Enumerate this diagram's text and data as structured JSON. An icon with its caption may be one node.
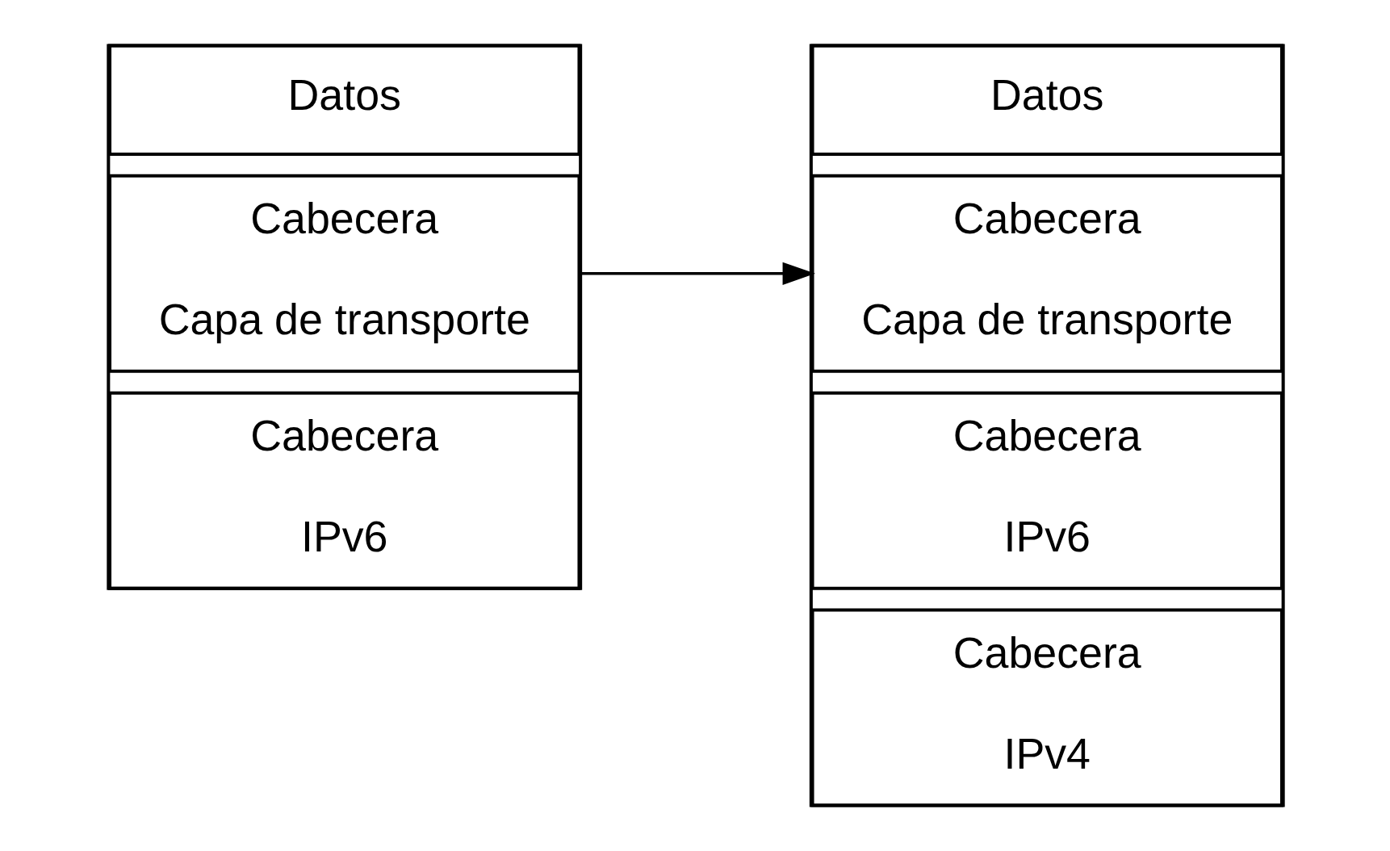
{
  "diagram": {
    "nodes": [
      {
        "text": [],
        "shape": "box"
      },
      {
        "text": [
          "Datos"
        ],
        "in": 0
      },
      {
        "text": [
          "Cabecera",
          "Capa de transporte"
        ],
        "in": 0
      },
      {
        "text": [
          "Cabecera",
          "IPv6"
        ],
        "in": 0
      },
      {
        "text": [],
        "shape": "box"
      },
      {
        "text": [
          "Datos"
        ],
        "in": 4
      },
      {
        "text": [
          "Cabecera",
          "Capa de transporte"
        ],
        "in": 4
      },
      {
        "text": [
          "Cabecera",
          "IPv6"
        ],
        "in": 4
      },
      {
        "text": [
          "Cabecera",
          "IPv4"
        ],
        "in": 4
      }
    ],
    "edges": [
      {
        "from": 0,
        "to": 4,
        "arrow": "to"
      }
    ]
  }
}
